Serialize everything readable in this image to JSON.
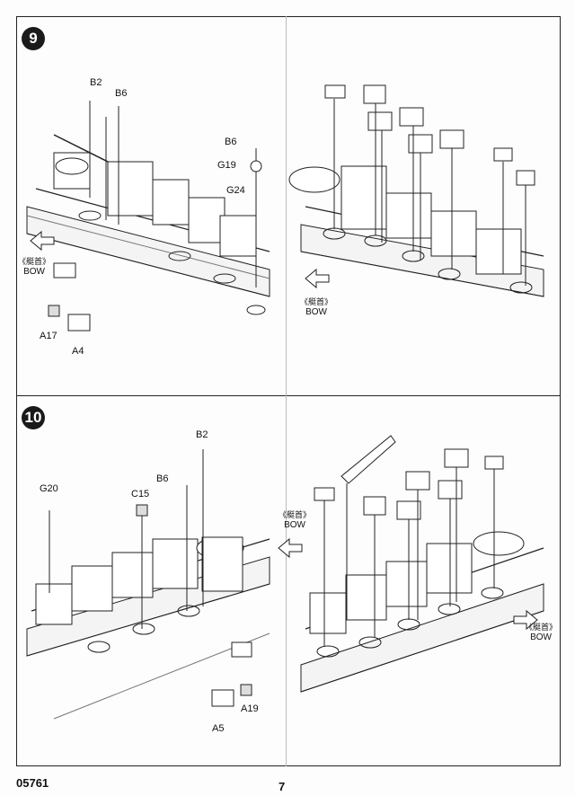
{
  "footer": {
    "code": "05761",
    "page": "7"
  },
  "steps": [
    {
      "number": "9",
      "labels": {
        "b2": "B2",
        "b6_top": "B6",
        "b6_right": "B6",
        "g19": "G19",
        "g24": "G24",
        "a17": "A17",
        "a4": "A4"
      },
      "bow_left": {
        "cn": "《艇首》",
        "en": "BOW"
      },
      "bow_right": {
        "cn": "《艇首》",
        "en": "BOW"
      }
    },
    {
      "number": "10",
      "labels": {
        "g20": "G20",
        "c15": "C15",
        "b6": "B6",
        "b2": "B2",
        "a19": "A19",
        "a5": "A5"
      },
      "bow_left": {
        "cn": "《艇首》",
        "en": "BOW"
      },
      "bow_right": {
        "cn": "《艇首》",
        "en": "BOW"
      }
    }
  ]
}
